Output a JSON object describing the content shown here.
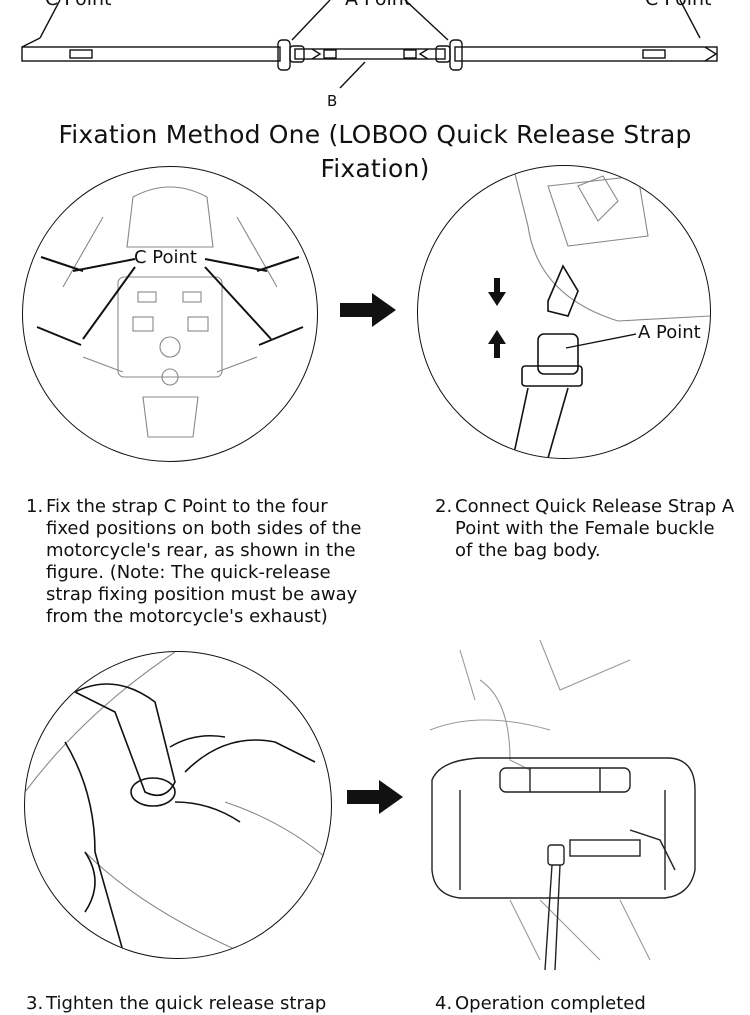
{
  "strap": {
    "c_left": "C Point",
    "a_center": "A Point",
    "c_right": "C Point",
    "b_label": "B"
  },
  "title": "Fixation Method One (LOBOO Quick Release Strap Fixation)",
  "panels": {
    "one": {
      "callout": "C Point"
    },
    "two": {
      "callout": "A Point"
    }
  },
  "steps": [
    {
      "num": "1.",
      "text": "Fix the strap C Point to the four fixed positions on both sides of the motorcycle's rear, as shown in the figure. (Note: The quick-release strap fixing position must be away from the motorcycle's exhaust)"
    },
    {
      "num": "2.",
      "text": "Connect Quick Release Strap A Point with the Female buckle of the bag body."
    },
    {
      "num": "3.",
      "text": "Tighten the quick release strap"
    },
    {
      "num": "4.",
      "text": "Operation completed"
    }
  ]
}
